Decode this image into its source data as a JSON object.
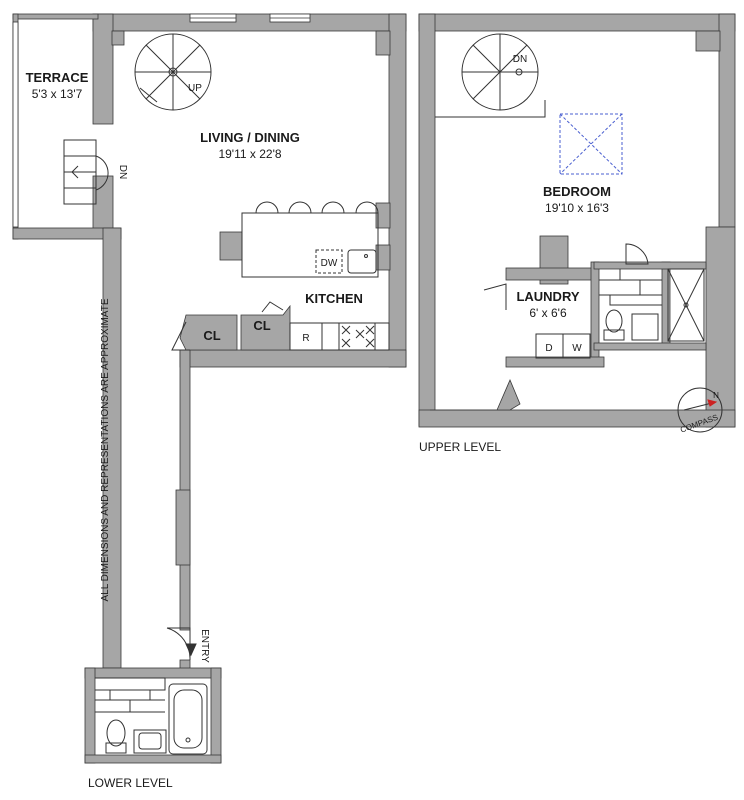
{
  "rooms": {
    "terrace": {
      "name": "TERRACE",
      "dim": "5'3 x 13'7"
    },
    "living": {
      "name": "LIVING / DINING",
      "dim": "19'11 x 22'8"
    },
    "kitchen": {
      "name": "KITCHEN"
    },
    "bedroom": {
      "name": "BEDROOM",
      "dim": "19'10 x 16'3"
    },
    "laundry": {
      "name": "LAUNDRY",
      "dim": "6' x 6'6"
    }
  },
  "labels": {
    "up": "UP",
    "dn_terrace": "DN",
    "dn_upper": "DN",
    "cl1": "CL",
    "cl2": "CL",
    "dw": "DW",
    "r": "R",
    "d": "D",
    "w": "W",
    "entry": "ENTRY",
    "disclaimer": "ALL DIMENSIONS AND REPRESENTATIONS ARE APPROXIMATE",
    "compass": "COMPASS",
    "compass_n": "N"
  },
  "levels": {
    "lower": "LOWER LEVEL",
    "upper": "UPPER LEVEL"
  },
  "colors": {
    "wall": "#a6a6a6",
    "wall_stroke": "#3a3a3a",
    "line": "#333333",
    "skylight": "#4a5fd0",
    "compass_north": "#cc2222"
  }
}
